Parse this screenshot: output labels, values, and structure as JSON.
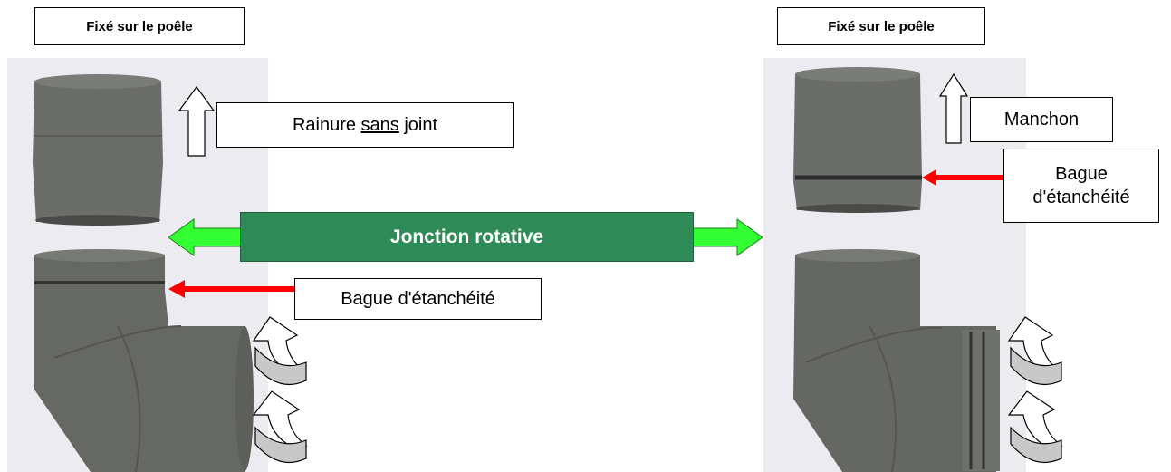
{
  "left_panel": {
    "header": "Fixé sur le poêle",
    "callout_1_parts": [
      "Rainure ",
      "sans",
      " joint"
    ],
    "callout_2": "Bague d'étanchéité"
  },
  "center_banner": {
    "label": "Jonction rotative"
  },
  "right_panel": {
    "header": "Fixé sur le poêle",
    "callout_1": "Manchon",
    "callout_2_line1": "Bague",
    "callout_2_line2": "d'étanchéité"
  },
  "colors": {
    "banner_green": "#2e8b57",
    "arrow_green": "#33ff33",
    "arrow_red": "#ff0000",
    "pipe_gray": "#6b6d69"
  },
  "icons": [
    "up-arrow-icon",
    "double-arrow-icon",
    "left-arrow-icon",
    "rotation-arrow-icon"
  ]
}
